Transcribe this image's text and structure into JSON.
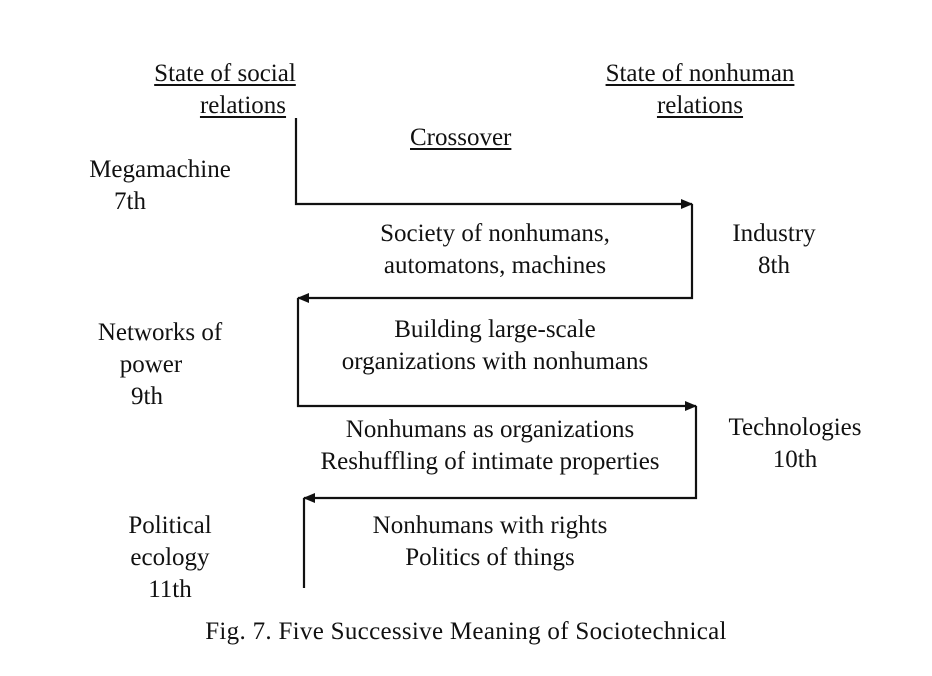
{
  "headers": {
    "social": [
      "State of social",
      "relations"
    ],
    "nonhuman": [
      "State of nonhuman",
      "relations"
    ],
    "crossover": "Crossover"
  },
  "left_labels": [
    {
      "lines": [
        "Megamachine",
        "7th"
      ]
    },
    {
      "lines": [
        "Networks of",
        "power",
        "9th"
      ]
    },
    {
      "lines": [
        "Political",
        "ecology",
        "11th"
      ]
    }
  ],
  "right_labels": [
    {
      "lines": [
        "Industry",
        "8th"
      ]
    },
    {
      "lines": [
        "Technologies",
        "10th"
      ]
    }
  ],
  "middle_labels": [
    {
      "lines": [
        "Society of nonhumans,",
        "automatons, machines"
      ]
    },
    {
      "lines": [
        "Building large-scale",
        "organizations with nonhumans"
      ]
    },
    {
      "lines": [
        "Nonhumans as organizations",
        "Reshuffling of intimate properties"
      ]
    },
    {
      "lines": [
        "Nonhumans with rights",
        "Politics of things"
      ]
    }
  ],
  "caption": "Fig. 7. Five Successive Meaning of Sociotechnical",
  "colors": {
    "ink": "#111111",
    "background": "#ffffff"
  }
}
